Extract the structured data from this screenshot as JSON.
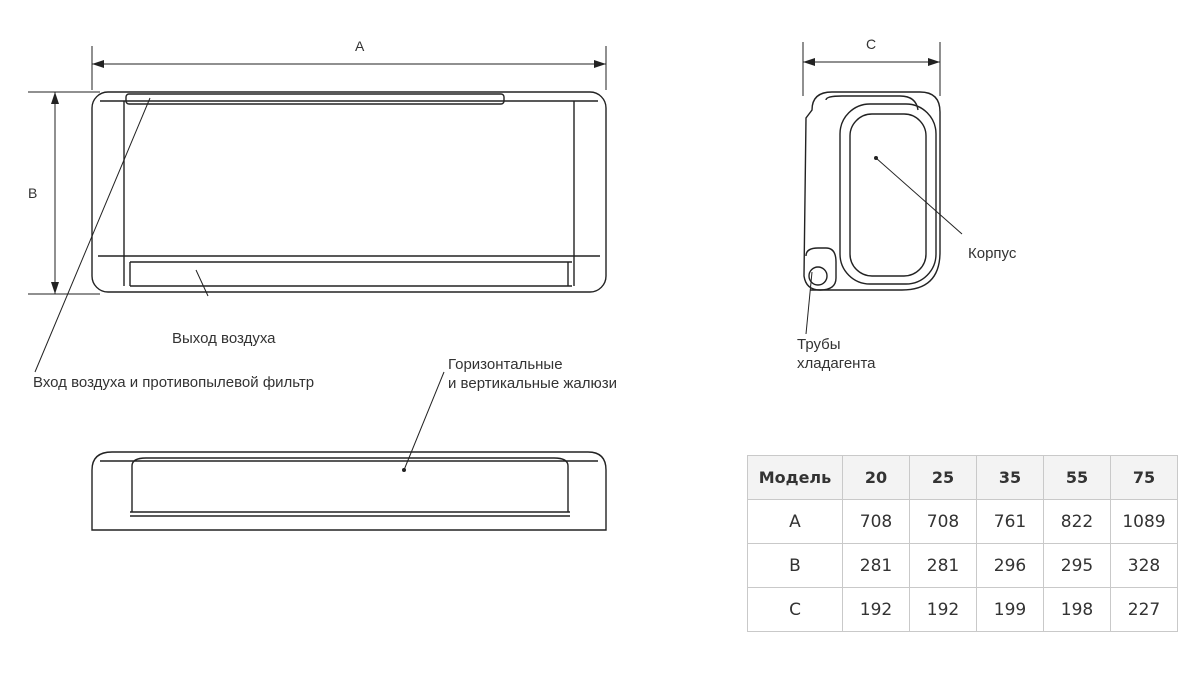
{
  "dimensions": {
    "a": "A",
    "b": "B",
    "c": "C"
  },
  "labels": {
    "air_outlet": "Выход воздуха",
    "air_inlet": "Вход воздуха и противопылевой фильтр",
    "louvers_line1": "Горизонтальные",
    "louvers_line2": "и вертикальные жалюзи",
    "housing": "Корпус",
    "pipes_line1": "Трубы",
    "pipes_line2": "хладагента"
  },
  "table": {
    "header_label": "Модель",
    "models": [
      "20",
      "25",
      "35",
      "55",
      "75"
    ],
    "rows": [
      {
        "name": "A",
        "values": [
          "708",
          "708",
          "761",
          "822",
          "1089"
        ]
      },
      {
        "name": "B",
        "values": [
          "281",
          "281",
          "296",
          "295",
          "328"
        ]
      },
      {
        "name": "C",
        "values": [
          "192",
          "192",
          "199",
          "198",
          "227"
        ]
      }
    ]
  }
}
